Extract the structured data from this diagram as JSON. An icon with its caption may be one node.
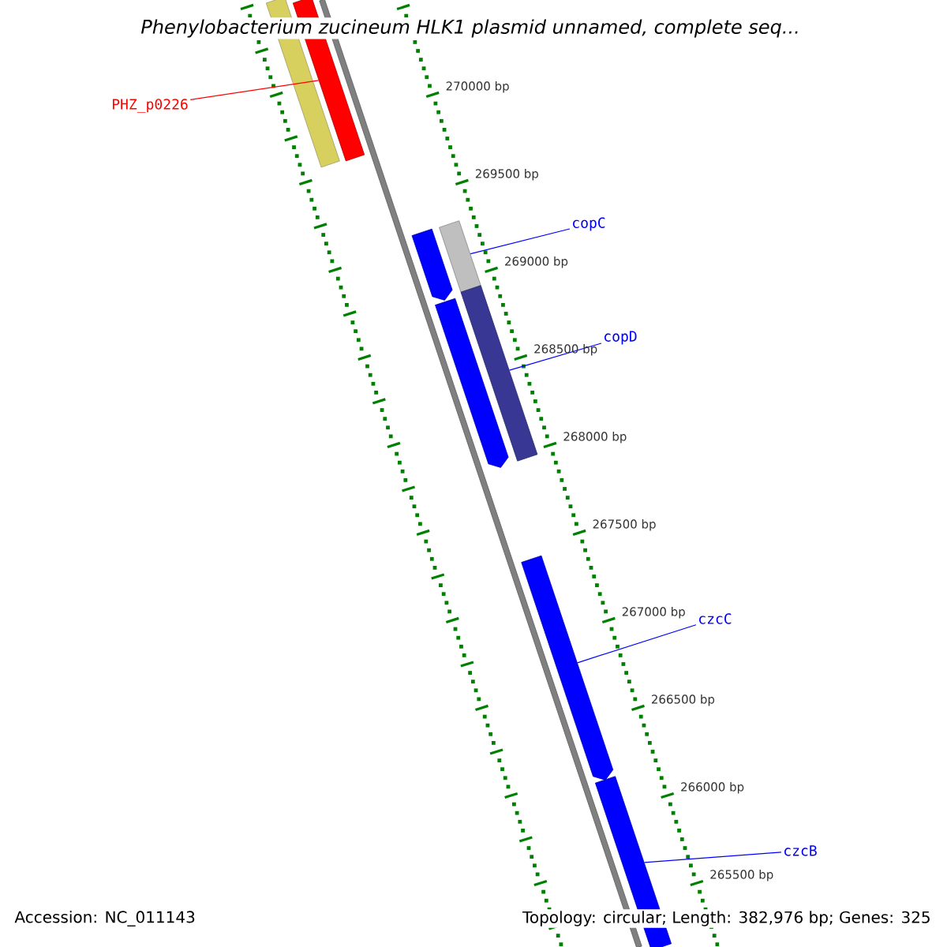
{
  "diagram": {
    "title": "Phenylobacterium zucineum HLK1 plasmid unnamed, complete seq...",
    "nodes": [
      {
        "text": [
          "PHZ_p0226"
        ]
      },
      {
        "text": [
          "copC"
        ]
      },
      {
        "text": [
          "copD"
        ]
      },
      {
        "text": [
          "czcC"
        ]
      },
      {
        "text": [
          "czcB"
        ]
      },
      {
        "text": [],
        "shape": "bar"
      },
      {
        "text": [],
        "shape": "bar"
      },
      {
        "text": [],
        "shape": "arrow"
      },
      {
        "text": [],
        "shape": "bar"
      },
      {
        "text": [],
        "shape": "arrow"
      },
      {
        "text": [],
        "shape": "bar"
      },
      {
        "text": [],
        "shape": "arrow"
      },
      {
        "text": [],
        "shape": "bar"
      },
      {
        "text": [],
        "shape": "bar"
      }
    ],
    "edges": [
      {
        "from": 0,
        "to": 6,
        "arrow": "none",
        "color": "#ff0000"
      },
      {
        "from": 1,
        "to": 8,
        "arrow": "none"
      },
      {
        "from": 2,
        "to": 10,
        "arrow": "none"
      },
      {
        "from": 3,
        "to": 11,
        "arrow": "none"
      },
      {
        "from": 4,
        "to": 12,
        "arrow": "none"
      }
    ],
    "labels": [
      "270000 bp",
      "269500 bp",
      "269000 bp",
      "268500 bp",
      "268000 bp",
      "267500 bp",
      "267000 bp",
      "266500 bp",
      "266000 bp",
      "265500 bp",
      "Accession: NC_011143",
      "Topology: circular; Length: 382,976 bp; Genes: 325"
    ]
  }
}
